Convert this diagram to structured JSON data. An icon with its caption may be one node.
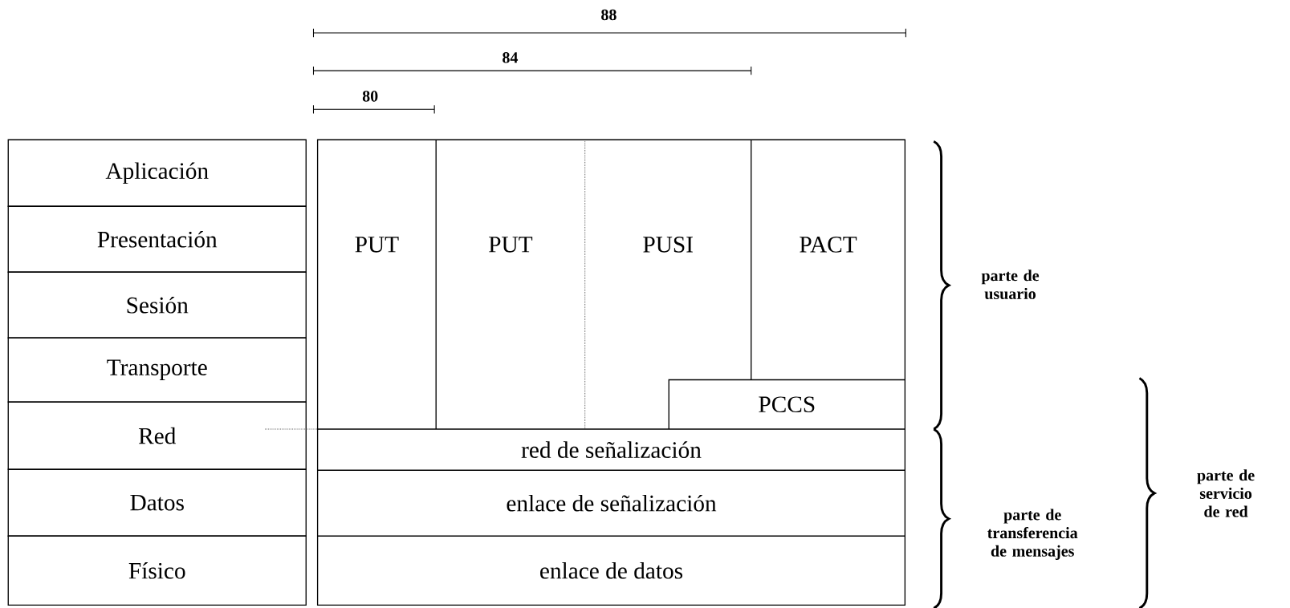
{
  "diagram": {
    "nodes": [
      {
        "text": [
          "Aplicación"
        ]
      },
      {
        "text": [
          "Presentación"
        ]
      },
      {
        "text": [
          "Sesión"
        ]
      },
      {
        "text": [
          "Transporte"
        ]
      },
      {
        "text": [
          "Red"
        ]
      },
      {
        "text": [
          "Datos"
        ]
      },
      {
        "text": [
          "Físico"
        ]
      },
      {
        "text": [
          "PUT"
        ]
      },
      {
        "text": [
          "PUT"
        ]
      },
      {
        "text": [
          "PUSI"
        ]
      },
      {
        "text": [
          "PACT"
        ]
      },
      {
        "text": [
          "PCCS"
        ]
      },
      {
        "text": [
          "red de señalización"
        ]
      },
      {
        "text": [
          "enlace de señalización"
        ]
      },
      {
        "text": [
          "enlace de datos"
        ]
      }
    ],
    "labels": [
      "88",
      "84",
      "80",
      "parte de usuario",
      "parte de transferencia de mensajes",
      "parte de servicio de red"
    ]
  }
}
